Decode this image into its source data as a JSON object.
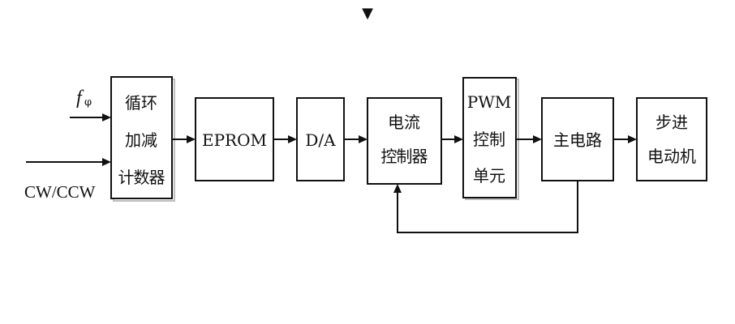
{
  "marker": "▼",
  "inputs": {
    "fphi_main": "f",
    "fphi_sub": "φ",
    "cw_ccw": "CW/CCW"
  },
  "blocks": {
    "counter": [
      "循环",
      "加减",
      "计数器"
    ],
    "eprom": [
      "EPROM"
    ],
    "da": [
      "D/A"
    ],
    "current_controller": [
      "电流",
      "控制器"
    ],
    "pwm_unit": [
      "PWM",
      "控制",
      "单元"
    ],
    "main_circuit": [
      "主电路"
    ],
    "stepper_motor": [
      "步进",
      "电动机"
    ]
  },
  "colors": {
    "line": "#111111",
    "box_fill": "#ffffff",
    "box_shadow": "#bdbdbd",
    "background": "#ffffff"
  }
}
